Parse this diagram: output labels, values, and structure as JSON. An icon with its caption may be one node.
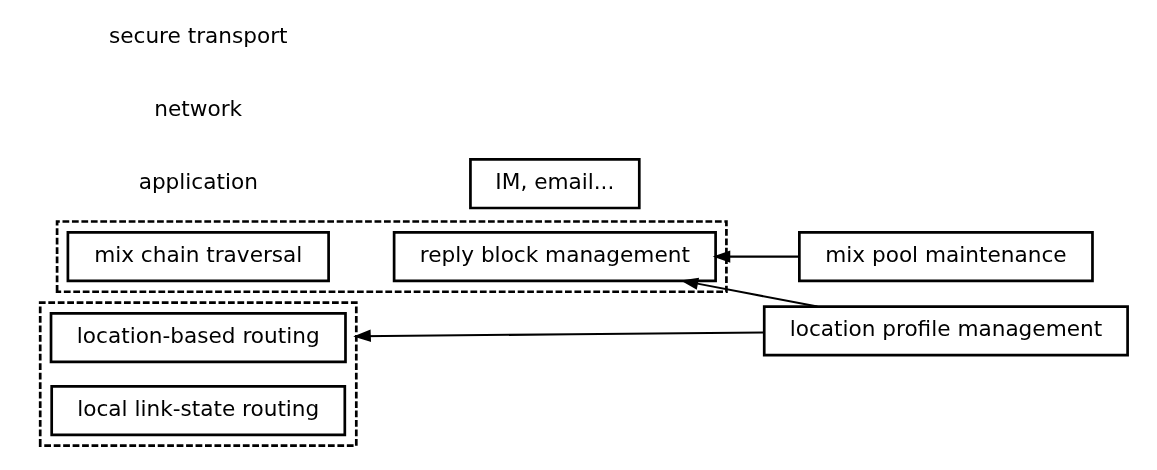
{
  "diagram": {
    "nodes": [
      {
        "text": [
          "IM, email..."
        ]
      },
      {
        "text": [],
        "shape": "box"
      },
      {
        "text": [
          "mix chain traversal"
        ],
        "in": 1
      },
      {
        "text": [
          "reply block management"
        ],
        "in": 1
      },
      {
        "text": [
          "mix pool maintenance"
        ]
      },
      {
        "text": [],
        "shape": "box"
      },
      {
        "text": [
          "location-based routing"
        ],
        "in": 5
      },
      {
        "text": [
          "local link-state routing"
        ],
        "in": 5
      },
      {
        "text": [
          "location profile management"
        ]
      }
    ],
    "edges": [
      {
        "from": 4,
        "to": 3,
        "arrow": "to"
      },
      {
        "from": 8,
        "to": 3,
        "arrow": "to"
      },
      {
        "from": 8,
        "to": 5,
        "arrow": "to"
      }
    ],
    "labels": [
      "application",
      "secure transport",
      "network"
    ]
  }
}
